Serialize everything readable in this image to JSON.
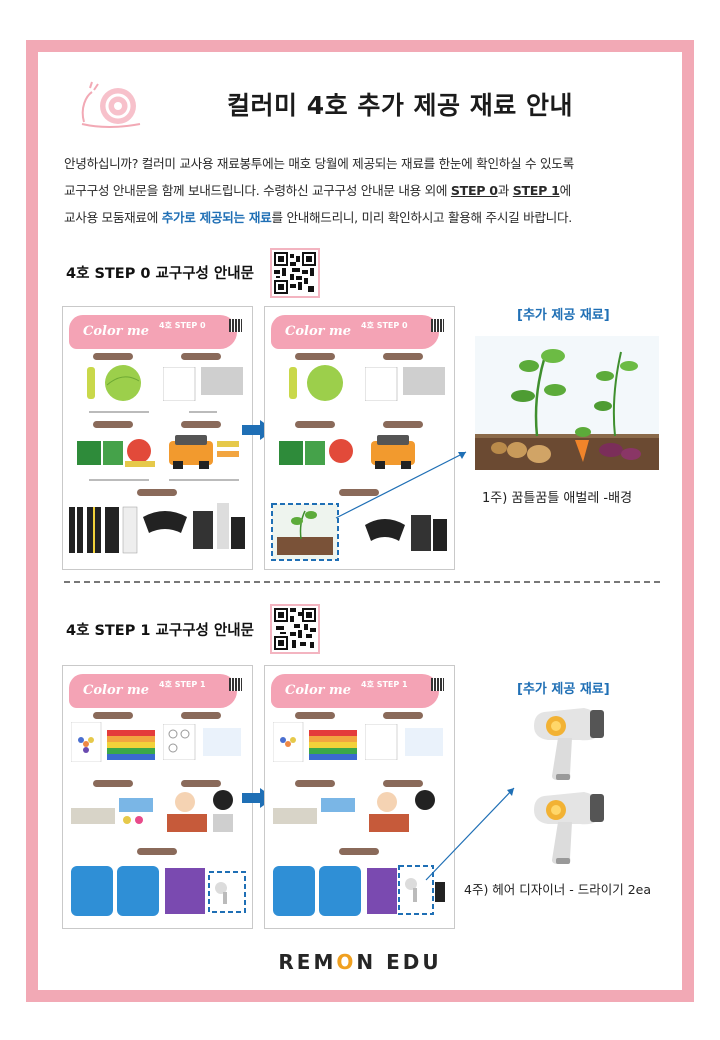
{
  "title": "컬러미 4호 추가 제공 재료 안내",
  "intro": {
    "line1": "안녕하십니까? 컬러미 교사용 재료봉투에는 매호 당월에 제공되는 재료를 한눈에 확인하실 수 있도록",
    "line2_a": "교구구성 안내문을 함께 보내드립니다. 수령하신 교구구성 안내문 내용 외에 ",
    "step0": "STEP 0",
    "line2_b": "과 ",
    "step1": "STEP 1",
    "line2_c": "에",
    "line3_a": "교사용 모둠재료에 ",
    "highlight": "추가로 제공되는 재료",
    "line3_b": "를 안내해드리니, 미리 확인하시고 활용해 주시길 바랍니다."
  },
  "section0": {
    "title": "4호 STEP 0 교구구성 안내문",
    "sheet_logo": "Color me",
    "sheet_step": "4호 STEP 0",
    "extra_label": "[추가 제공 재료]",
    "caption": "1주) 꿈틀꿈틀 애벌레 -배경"
  },
  "section1": {
    "title": "4호 STEP 1 교구구성 안내문",
    "sheet_logo": "Color me",
    "sheet_step": "4호 STEP 1",
    "extra_label": "[추가 제공 재료]",
    "caption": "4주) 헤어 디자이너 - 드라이기 2ea"
  },
  "brand": {
    "pre": "REM",
    "o": "O",
    "post": "N EDU"
  },
  "colors": {
    "frame": "#f2a9b5",
    "accent": "#1f6fb5",
    "sheet_header": "#f4a3b5"
  }
}
